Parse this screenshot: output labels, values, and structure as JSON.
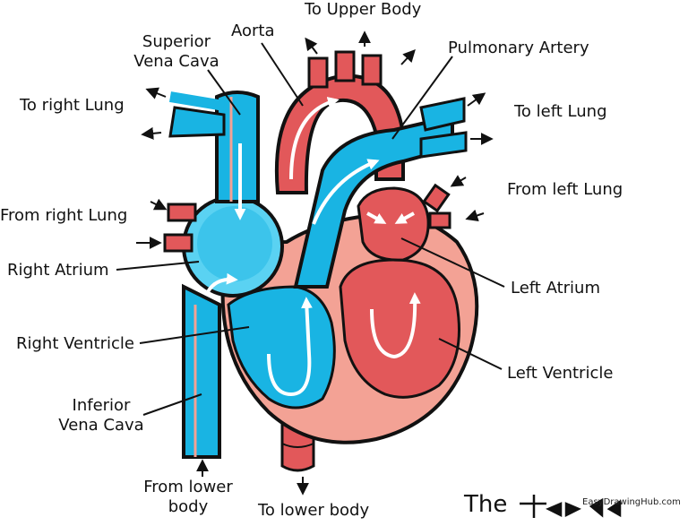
{
  "labels": {
    "to_upper_body": "To Upper Body",
    "aorta": "Aorta",
    "superior_vena_cava_1": "Superior",
    "superior_vena_cava_2": "Vena Cava",
    "pulmonary_artery": "Pulmonary Artery",
    "to_right_lung": "To right Lung",
    "to_left_lung": "To left Lung",
    "from_left_lung": "From left Lung",
    "from_right_lung": "From right Lung",
    "right_atrium": "Right Atrium",
    "left_atrium": "Left Atrium",
    "right_ventricle": "Right Ventricle",
    "left_ventricle": "Left Ventricle",
    "inferior_vena_cava_1": "Inferior",
    "inferior_vena_cava_2": "Vena Cava",
    "from_lower_body_1": "From lower",
    "from_lower_body_2": "body",
    "to_lower_body": "To lower body"
  },
  "footer": {
    "brand_text": "The",
    "watermark": "EasyDrawingHub.com"
  },
  "colors": {
    "oxygenated_dark": "#e2585a",
    "oxygenated_light": "#f3a295",
    "deoxygenated": "#19b4e3",
    "deoxygenated_light": "#5ad2f2",
    "outline": "#111111"
  }
}
